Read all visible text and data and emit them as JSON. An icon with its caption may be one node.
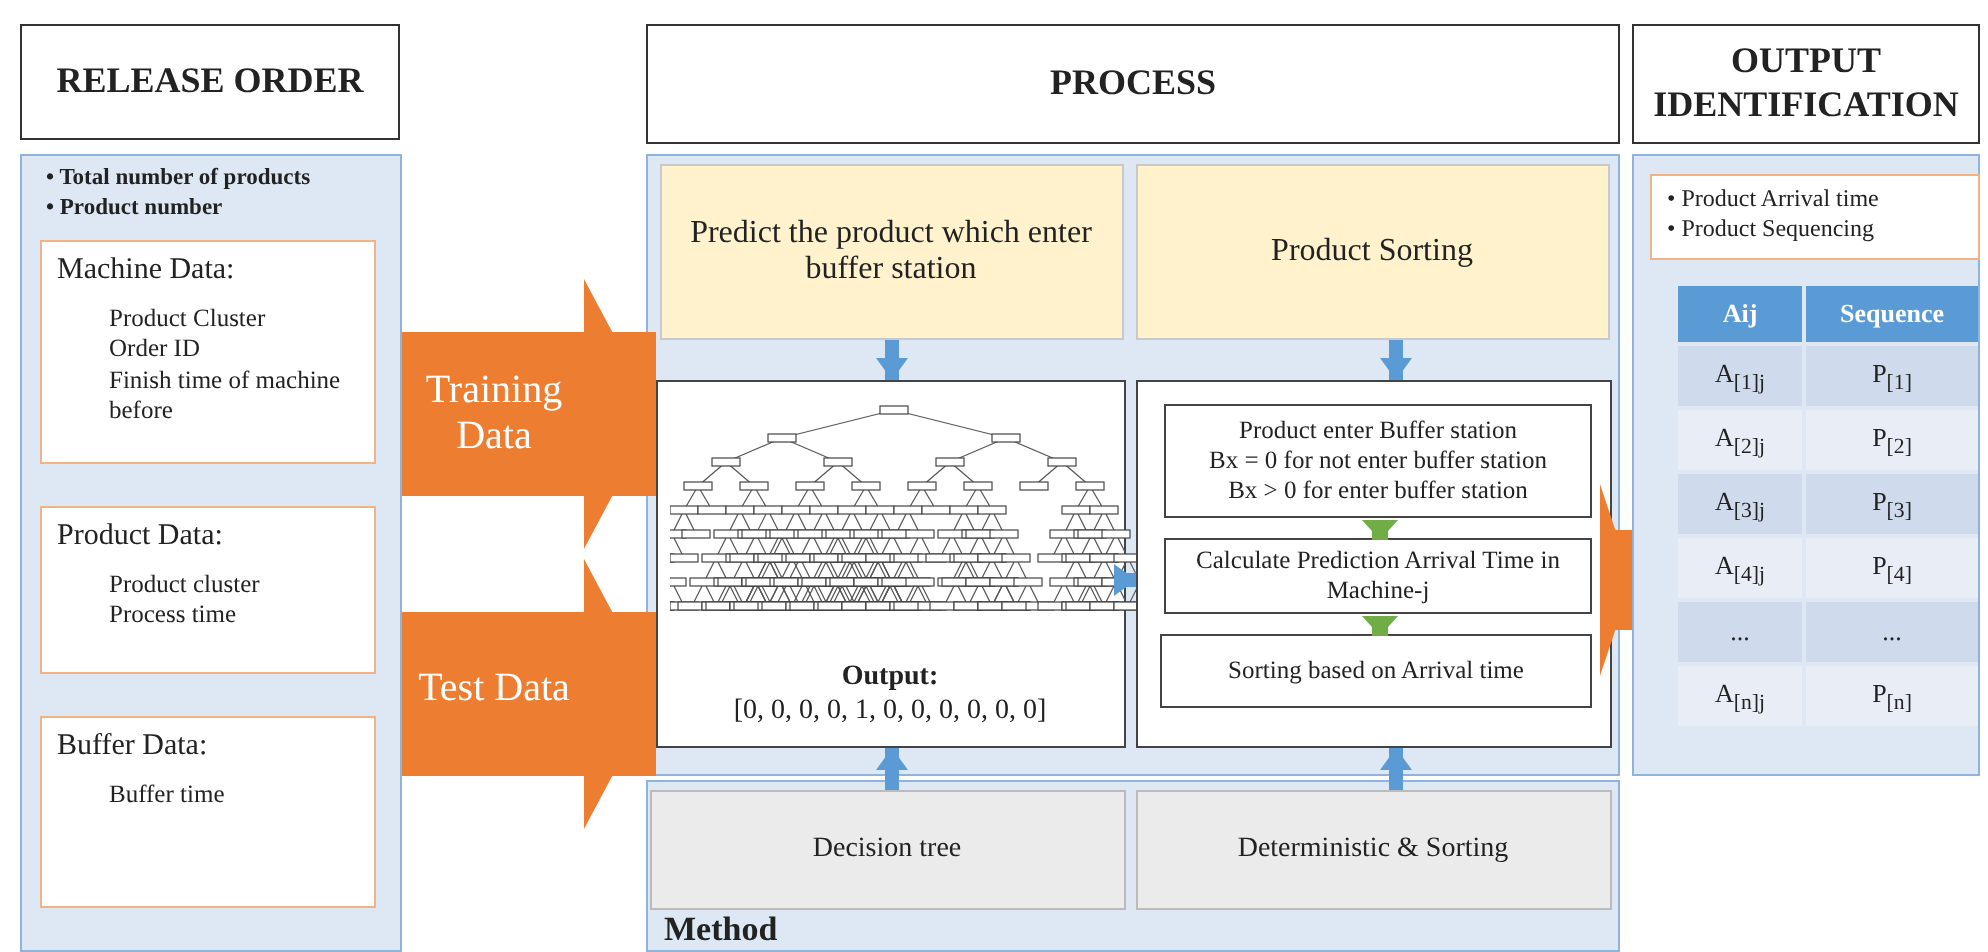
{
  "diagram": {
    "nodes": [
      {
        "text": [
          "RELEASE ORDER"
        ]
      },
      {
        "text": [
          "PROCESS"
        ]
      },
      {
        "text": [
          "OUTPUT IDENTIFICATION"
        ]
      },
      {
        "text": [
          "• Total number of products",
          "• Product number"
        ]
      },
      {
        "text": [
          "Machine Data:",
          "Product Cluster",
          "Order ID",
          "Finish time of machine before"
        ],
        "in": 3
      },
      {
        "text": [
          "Product Data:",
          "Product cluster",
          "Process time"
        ],
        "in": 3
      },
      {
        "text": [
          "Buffer Data:",
          "Buffer time"
        ],
        "in": 3
      },
      {
        "text": [],
        "shape": "box"
      },
      {
        "text": [
          "Predict the product which enter buffer station"
        ],
        "in": 7
      },
      {
        "text": [
          "Product Sorting"
        ],
        "in": 7
      },
      {
        "text": [
          "Output:",
          "[0, 0, 0, 0, 1, 0, 0, 0, 0, 0, 0]"
        ],
        "in": 7
      },
      {
        "text": [],
        "shape": "box",
        "in": 7
      },
      {
        "text": [
          "Product enter Buffer station",
          "Bx = 0 for not enter buffer station",
          "Bx > 0 for enter buffer station"
        ],
        "in": 11
      },
      {
        "text": [
          "Calculate Prediction Arrival Time in Machine-j"
        ],
        "in": 11
      },
      {
        "text": [
          "Sorting based on Arrival time"
        ],
        "in": 11
      },
      {
        "text": [],
        "shape": "box"
      },
      {
        "text": [
          "• Product Arrival time",
          "• Product Sequencing"
        ],
        "in": 15
      },
      {
        "text": [
          "Method"
        ]
      },
      {
        "text": [
          "Decision tree"
        ],
        "in": 17
      },
      {
        "text": [
          "Deterministic & Sorting"
        ],
        "in": 17
      }
    ],
    "edges": [
      {
        "from": 3,
        "to": 10,
        "arrow": "to",
        "label": "Training Data",
        "style": "thick",
        "color": "#ed7d31"
      },
      {
        "from": 3,
        "to": 10,
        "arrow": "to",
        "label": "Test Data",
        "style": "thick",
        "color": "#ed7d31"
      },
      {
        "from": 8,
        "to": 10,
        "arrow": "to"
      },
      {
        "from": 9,
        "to": 11,
        "arrow": "to"
      },
      {
        "from": 10,
        "to": 11,
        "arrow": "to"
      },
      {
        "from": 18,
        "to": 10,
        "arrow": "to"
      },
      {
        "from": 19,
        "to": 11,
        "arrow": "to"
      },
      {
        "from": 12,
        "to": 13,
        "arrow": "to",
        "color": "#70ad47"
      },
      {
        "from": 13,
        "to": 14,
        "arrow": "to",
        "color": "#70ad47"
      },
      {
        "from": 11,
        "to": 15,
        "arrow": "to",
        "style": "thick",
        "color": "#ed7d31"
      }
    ],
    "labels": [
      "Aij",
      "Sequence",
      "A$_{[1]j}$",
      "P$_{[1]}$",
      "A$_{[2]j}$",
      "P$_{[2]}$",
      "A$_{[3]j}$",
      "P$_{[3]}$",
      "A$_{[4]j}$",
      "P$_{[4]}$",
      "...",
      "...",
      "A$_{[n]j}$",
      "P$_{[n]}$"
    ]
  }
}
